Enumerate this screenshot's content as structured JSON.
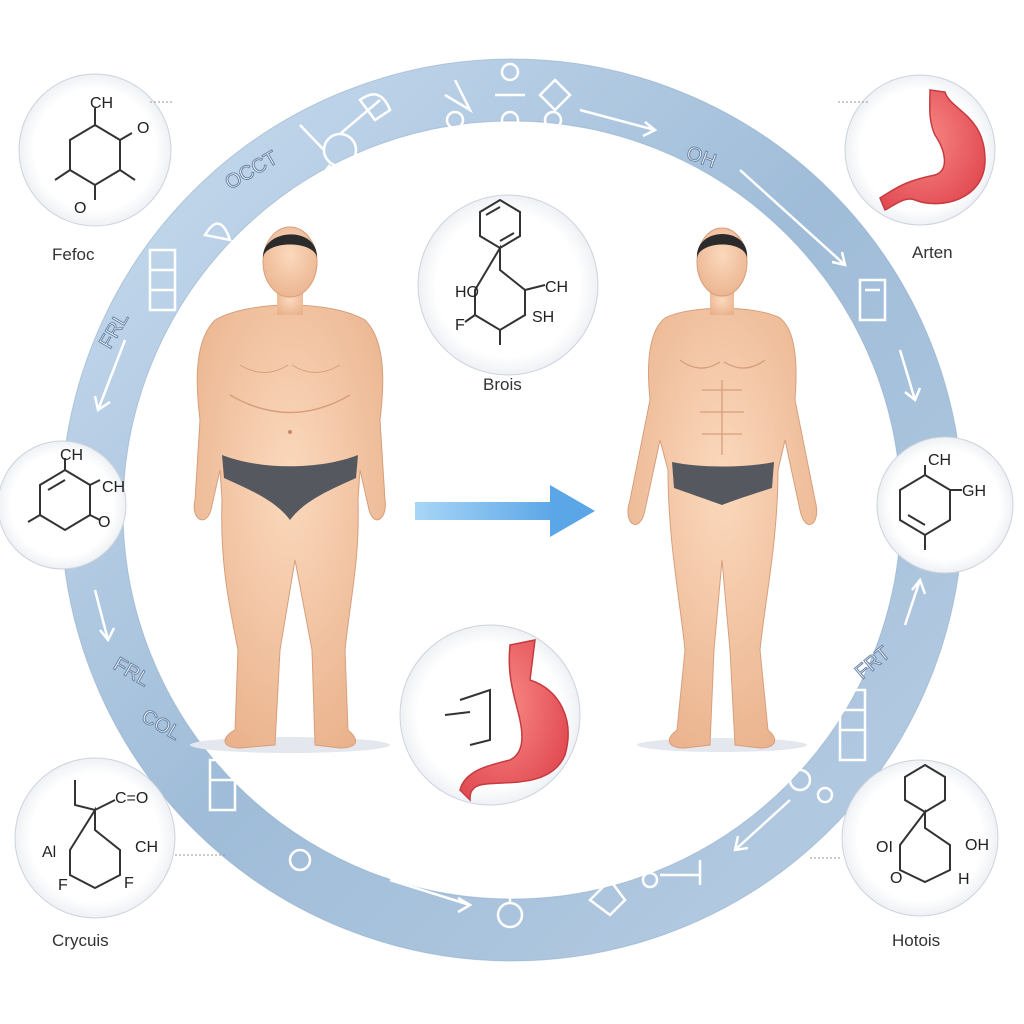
{
  "title": "Body transformation metabolic cycle diagram",
  "colors": {
    "ring": "#a9c3de",
    "arrow": "#6aaee8",
    "skin": "#f3c7a4",
    "briefs": "#55595f",
    "stomach": "#ee5a5e"
  },
  "labels": {
    "top_left": "Fefoc",
    "top_right": "Arten",
    "center_top": "Brois",
    "bottom_left": "Crycuis",
    "bottom_right": "Hotois"
  },
  "chem": {
    "tl": [
      "CH",
      "O",
      "O"
    ],
    "ct": [
      "HO",
      "CH",
      "F",
      "SH"
    ],
    "lm": [
      "CH",
      "CH",
      "O"
    ],
    "rm": [
      "CH",
      "GH"
    ],
    "bl": [
      "C=O",
      "Al",
      "CH",
      "F",
      "F"
    ],
    "br": [
      "OI",
      "OH",
      "O",
      "H"
    ]
  },
  "ring_text": [
    "OCCT",
    "FRL",
    "FRL",
    "COL",
    "FRT",
    "OH"
  ],
  "figures": {
    "before": "overweight-figure",
    "after": "lean-figure"
  }
}
